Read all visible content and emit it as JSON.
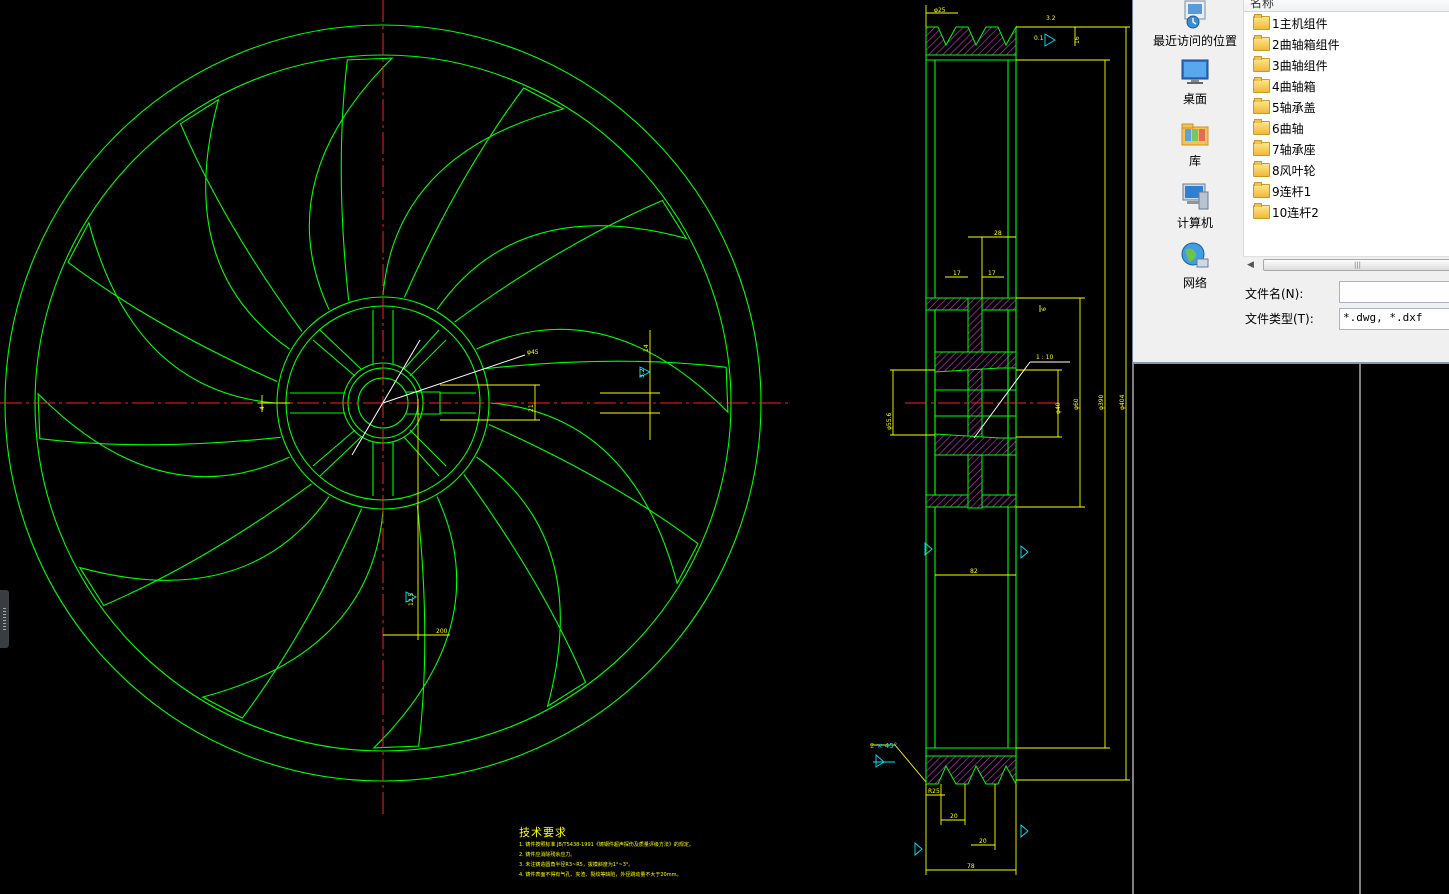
{
  "cad": {
    "dims": {
      "d_hub": "φ45",
      "d_t1": "4",
      "d_t2": "21",
      "d_t3": "14",
      "d_r1": "28",
      "d_bot": "200",
      "top_a": "φ25",
      "top_b": "3.2",
      "top_c": "0.1",
      "top_d": "16",
      "w28": "28",
      "w17a": "17",
      "w17b": "17",
      "w6": "6",
      "taper": "1 : 10",
      "d_bore1": "φ55.6",
      "d_bore2": "φ40",
      "d_mid": "φ60",
      "d_big1": "φ390",
      "d_big2": "φ404",
      "w82": "82",
      "cham": "2 × 45°",
      "r25": "R25",
      "w20a": "20",
      "w20b": "20",
      "w78": "78",
      "rough1": "3.2",
      "rough2": "12.5"
    },
    "tech": {
      "title": "技术要求",
      "lines": [
        "1. 铸件按照标准 JB/T5438-1991《铸钢件超声探伤及质量评级方法》的规定。",
        "2. 铸件应消除残余应力。",
        "3. 未注铸造圆角半径R3~R5，拔模斜度为1°~3°。",
        "4. 铸件表面不得有气孔、夹渣、裂纹等缺陷，外径跳动量不大于20mm。"
      ]
    }
  },
  "dialog": {
    "column_name": "名称",
    "places": [
      {
        "name": "recent-places",
        "label": "最近访问的位置",
        "icon": "recent-places-icon"
      },
      {
        "name": "desktop",
        "label": "桌面",
        "icon": "desktop-icon"
      },
      {
        "name": "libraries",
        "label": "库",
        "icon": "library-icon"
      },
      {
        "name": "computer",
        "label": "计算机",
        "icon": "computer-icon"
      },
      {
        "name": "network",
        "label": "网络",
        "icon": "network-icon"
      }
    ],
    "files": [
      "1主机组件",
      "2曲轴箱组件",
      "3曲轴组件",
      "4曲轴箱",
      "5轴承盖",
      "6曲轴",
      "7轴承座",
      "8风叶轮",
      "9连杆1",
      "10连杆2"
    ],
    "filename_label": "文件名(N):",
    "filename_value": "",
    "filetype_label": "文件类型(T):",
    "filetype_value": "*.dwg, *.dxf",
    "scroll_glyph": "|||",
    "scroll_left": "◀"
  }
}
